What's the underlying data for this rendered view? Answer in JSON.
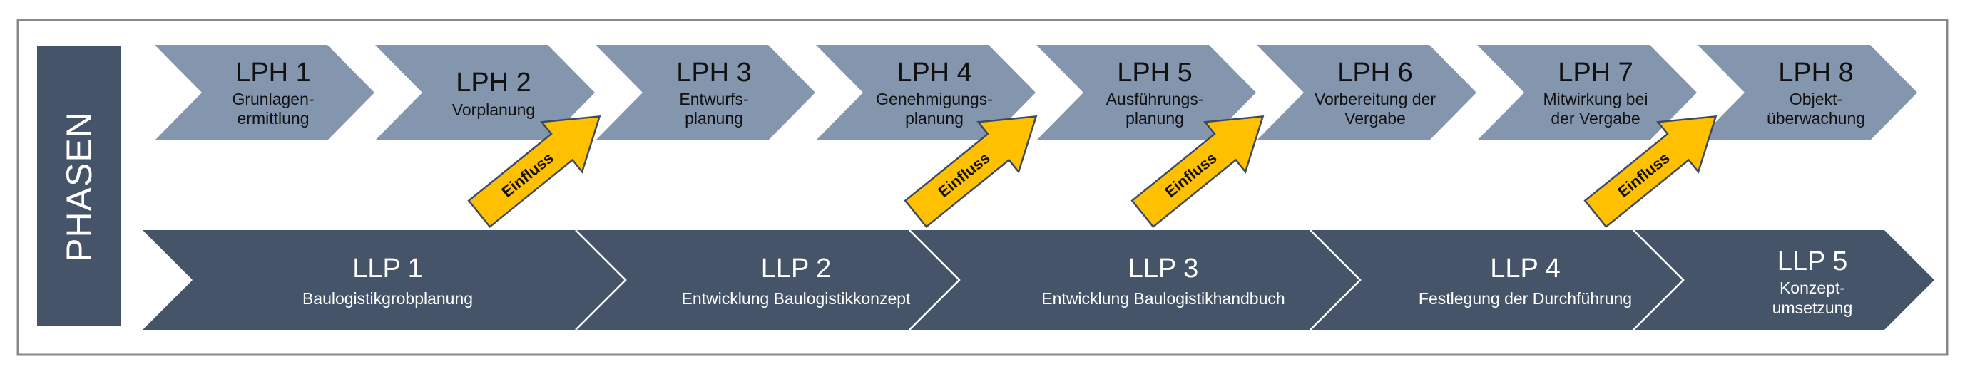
{
  "side_label": "PHASEN",
  "colors": {
    "frame": "#888888",
    "side_box": "#455468",
    "lph_fill": "#8495AE",
    "llp_fill": "#455468",
    "llp_separator": "#FFFFFF",
    "einfluss_fill": "#FFC000",
    "einfluss_stroke": "#3A4A66"
  },
  "lph": [
    {
      "num": "LPH 1",
      "lines": [
        "Grunlagen-",
        "ermittlung"
      ]
    },
    {
      "num": "LPH 2",
      "lines": [
        "Vorplanung"
      ]
    },
    {
      "num": "LPH 3",
      "lines": [
        "Entwurfs-",
        "planung"
      ]
    },
    {
      "num": "LPH 4",
      "lines": [
        "Genehmigungs-",
        "planung"
      ]
    },
    {
      "num": "LPH 5",
      "lines": [
        "Ausführungs-",
        "planung"
      ]
    },
    {
      "num": "LPH 6",
      "lines": [
        "Vorbereitung der",
        "Vergabe"
      ]
    },
    {
      "num": "LPH 7",
      "lines": [
        "Mitwirkung bei",
        "der Vergabe"
      ]
    },
    {
      "num": "LPH 8",
      "lines": [
        "Objekt-",
        "überwachung"
      ]
    }
  ],
  "llp": [
    {
      "num": "LLP 1",
      "lines": [
        "Baulogistikgrobplanung"
      ]
    },
    {
      "num": "LLP 2",
      "lines": [
        "Entwicklung Baulogistikkonzept"
      ]
    },
    {
      "num": "LLP 3",
      "lines": [
        "Entwicklung Baulogistikhandbuch"
      ]
    },
    {
      "num": "LLP 4",
      "lines": [
        "Festlegung der Durchführung"
      ]
    },
    {
      "num": "LLP 5",
      "lines": [
        "Konzept-",
        "umsetzung"
      ]
    }
  ],
  "einfluss": [
    {
      "label": "Einfluss"
    },
    {
      "label": "Einfluss"
    },
    {
      "label": "Einfluss"
    },
    {
      "label": "Einfluss"
    }
  ]
}
